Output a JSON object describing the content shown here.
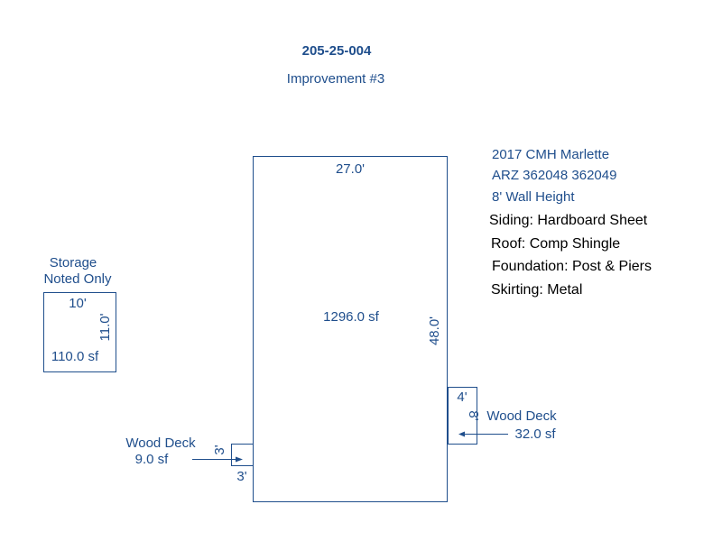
{
  "header": {
    "parcel_id": "205-25-004",
    "improvement": "Improvement #3"
  },
  "notes": {
    "line1": "2017 CMH Marlette",
    "line2": "ARZ 362048 362049",
    "line3": "8' Wall Height",
    "siding": "Siding: Hardboard Sheet",
    "roof": "Roof: Comp Shingle",
    "foundation": "Foundation: Post & Piers",
    "skirting": "Skirting: Metal"
  },
  "main_structure": {
    "width_label": "27.0'",
    "depth_label": "48.0'",
    "area_label": "1296.0 sf"
  },
  "storage": {
    "title_line1": "Storage",
    "title_line2": "Noted Only",
    "width_label": "10'",
    "depth_label": "11.0'",
    "area_label": "110.0 sf"
  },
  "deck_left": {
    "title": "Wood Deck",
    "area_label": "9.0 sf",
    "height_label": "3'",
    "width_label": "3'"
  },
  "deck_right": {
    "title": "Wood Deck",
    "area_label": "32.0 sf",
    "width_label": "4'",
    "height_label": "8'"
  },
  "colors": {
    "line": "#1f4e8c",
    "note_text": "#000000"
  }
}
